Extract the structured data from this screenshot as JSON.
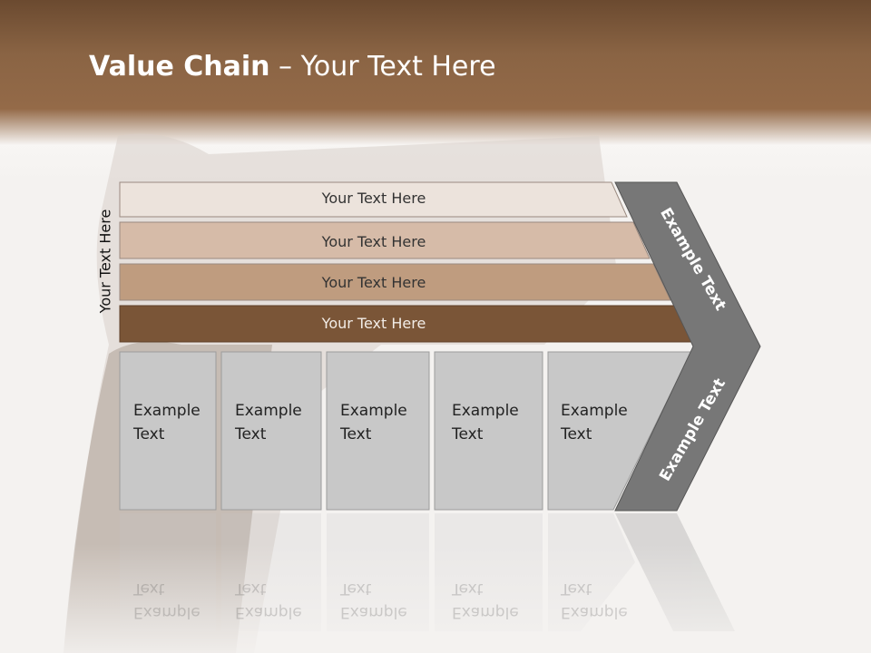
{
  "slide": {
    "title_bold": "Value Chain",
    "title_rest": " – Your Text Here",
    "vertical_label": "Your Text Here"
  },
  "bars": [
    {
      "label": "Your Text Here",
      "color": "#ece3dc"
    },
    {
      "label": "Your Text Here",
      "color": "#d6bba8"
    },
    {
      "label": "Your Text Here",
      "color": "#bf9c7f"
    },
    {
      "label": "Your Text Here",
      "color": "#7a5537"
    }
  ],
  "boxes": [
    {
      "label": "Example\nText"
    },
    {
      "label": "Example\nText"
    },
    {
      "label": "Example\nText"
    },
    {
      "label": "Example\nText"
    },
    {
      "label": "Example\nText"
    }
  ],
  "chevron": {
    "upper_label": "Example Text",
    "lower_label": "Example Text",
    "color": "#777777"
  }
}
